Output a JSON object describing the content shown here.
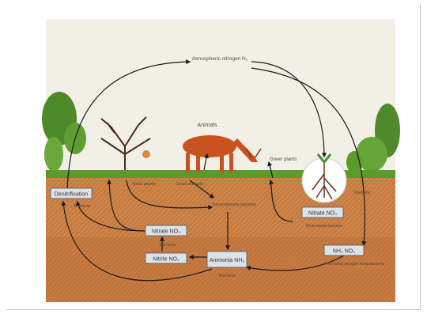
{
  "diagram": {
    "labels": {
      "atmospheric": "Atmospheric nitrogen N₂",
      "animals": "Animals",
      "green_plants": "Green plants",
      "dead_plants": "Dead plants",
      "dead_animals": "Dead animals",
      "decomposers": "Decomposers bacteria",
      "nodules": "Nodules",
      "root_nodules": "Root nodule bacteria",
      "free_living": "Free-living nitrogen fixing bacteria",
      "bacteria_left": "Bacteria",
      "bacteria_mid": "Bacteria",
      "bacteria_bottom": "Bacteria"
    },
    "boxes": {
      "denitrification": "Denitrification",
      "nitrate_plant": "Nitrate NO₃",
      "nitrate": "Nitrate NO₃",
      "nitrite": "Nitrite NO₂",
      "ammonia": "Ammonia NH₃",
      "nh3_no3": "NH₃ NO₃"
    },
    "colors": {
      "sky": "#f3f0e8",
      "soil": "#c77a3d",
      "grass": "#5c9a2c",
      "deer": "#c9521f",
      "arrow": "#1a1a1a",
      "box": "#d8dde6"
    }
  }
}
